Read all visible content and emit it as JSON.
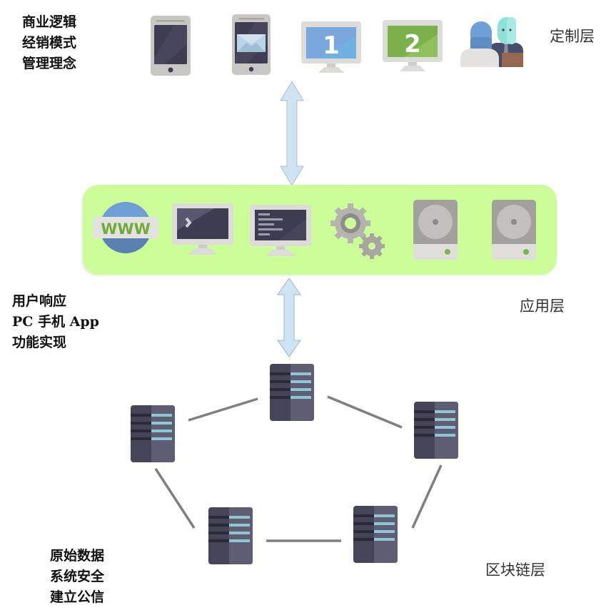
{
  "layers": {
    "custom": {
      "label": "定制层",
      "notes": [
        "商业逻辑",
        "经销模式",
        "管理理念"
      ],
      "icons": [
        "phone-icon",
        "phone-mail-icon",
        "monitor-1-icon",
        "monitor-2-icon",
        "users-meeting-icon"
      ],
      "monitor_numbers": [
        "1",
        "2"
      ]
    },
    "application": {
      "label": "应用层",
      "notes": [
        "用户响应",
        "PC 手机 App",
        "功能实现"
      ],
      "icons": [
        "www-globe-icon",
        "terminal-monitor-icon",
        "document-monitor-icon",
        "gears-icon",
        "hard-drive-icon",
        "hard-drive-icon"
      ],
      "www_text": "WWW"
    },
    "blockchain": {
      "label": "区块链层",
      "notes": [
        "原始数据",
        "系统安全",
        "建立公信"
      ],
      "nodes": 5
    }
  },
  "colors": {
    "app_panel": "#ccfd98",
    "arrow_fill": "#cfe4f3",
    "arrow_stroke": "#9fb3c4",
    "server_dark": "#454459",
    "server_light": "#5e5d73",
    "server_led": "#8fc6d4",
    "link_line": "#7f7f7f"
  }
}
